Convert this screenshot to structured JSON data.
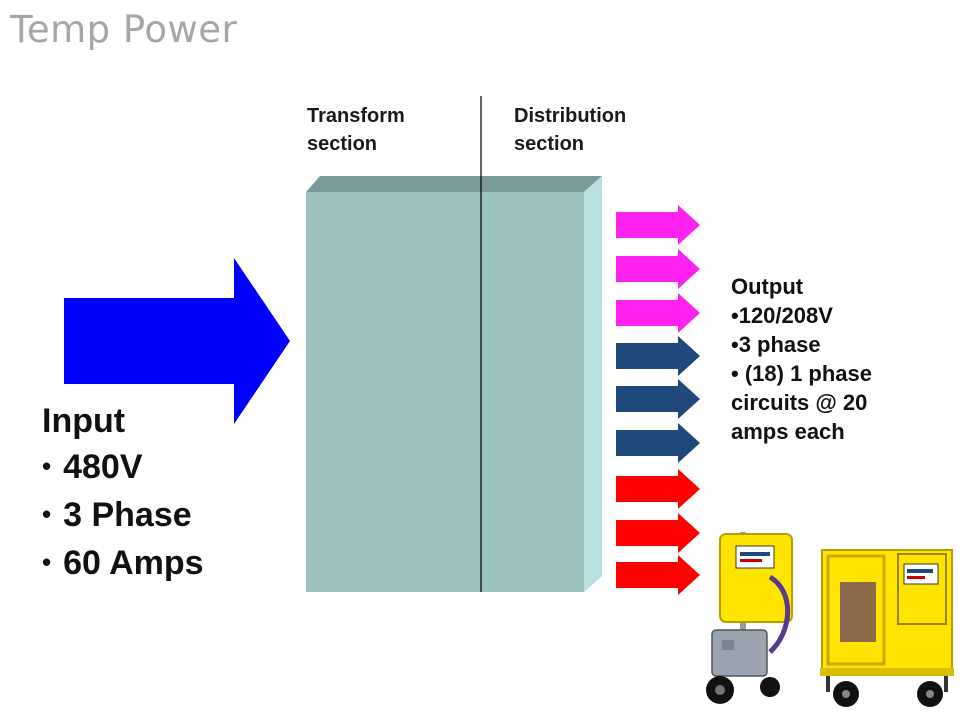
{
  "title": "Temp Power",
  "sections": {
    "transform": [
      "Transform",
      "section"
    ],
    "distribution": [
      "Distribution",
      "section"
    ]
  },
  "input": {
    "heading": "Input",
    "items": [
      "480V",
      "3 Phase",
      "60 Amps"
    ]
  },
  "output": {
    "heading": "Output",
    "items": [
      "120/208V",
      "3 phase",
      "(18) 1 phase",
      "circuits @ 20",
      "amps each"
    ]
  },
  "colors": {
    "input_arrow": "#0000ff",
    "panel_face": "#9cc2c0",
    "panel_top": "#7a9b99",
    "panel_side": "#b8e0e0",
    "arrow_magenta": "#ff22ee",
    "arrow_navy": "#1f497d",
    "arrow_red": "#ff0000",
    "equipment_yellow": "#ffe400"
  },
  "output_arrows": [
    "magenta",
    "magenta",
    "magenta",
    "navy",
    "navy",
    "navy",
    "red",
    "red",
    "red"
  ],
  "images": [
    "portable-power-cart-small",
    "portable-power-cart-large"
  ]
}
